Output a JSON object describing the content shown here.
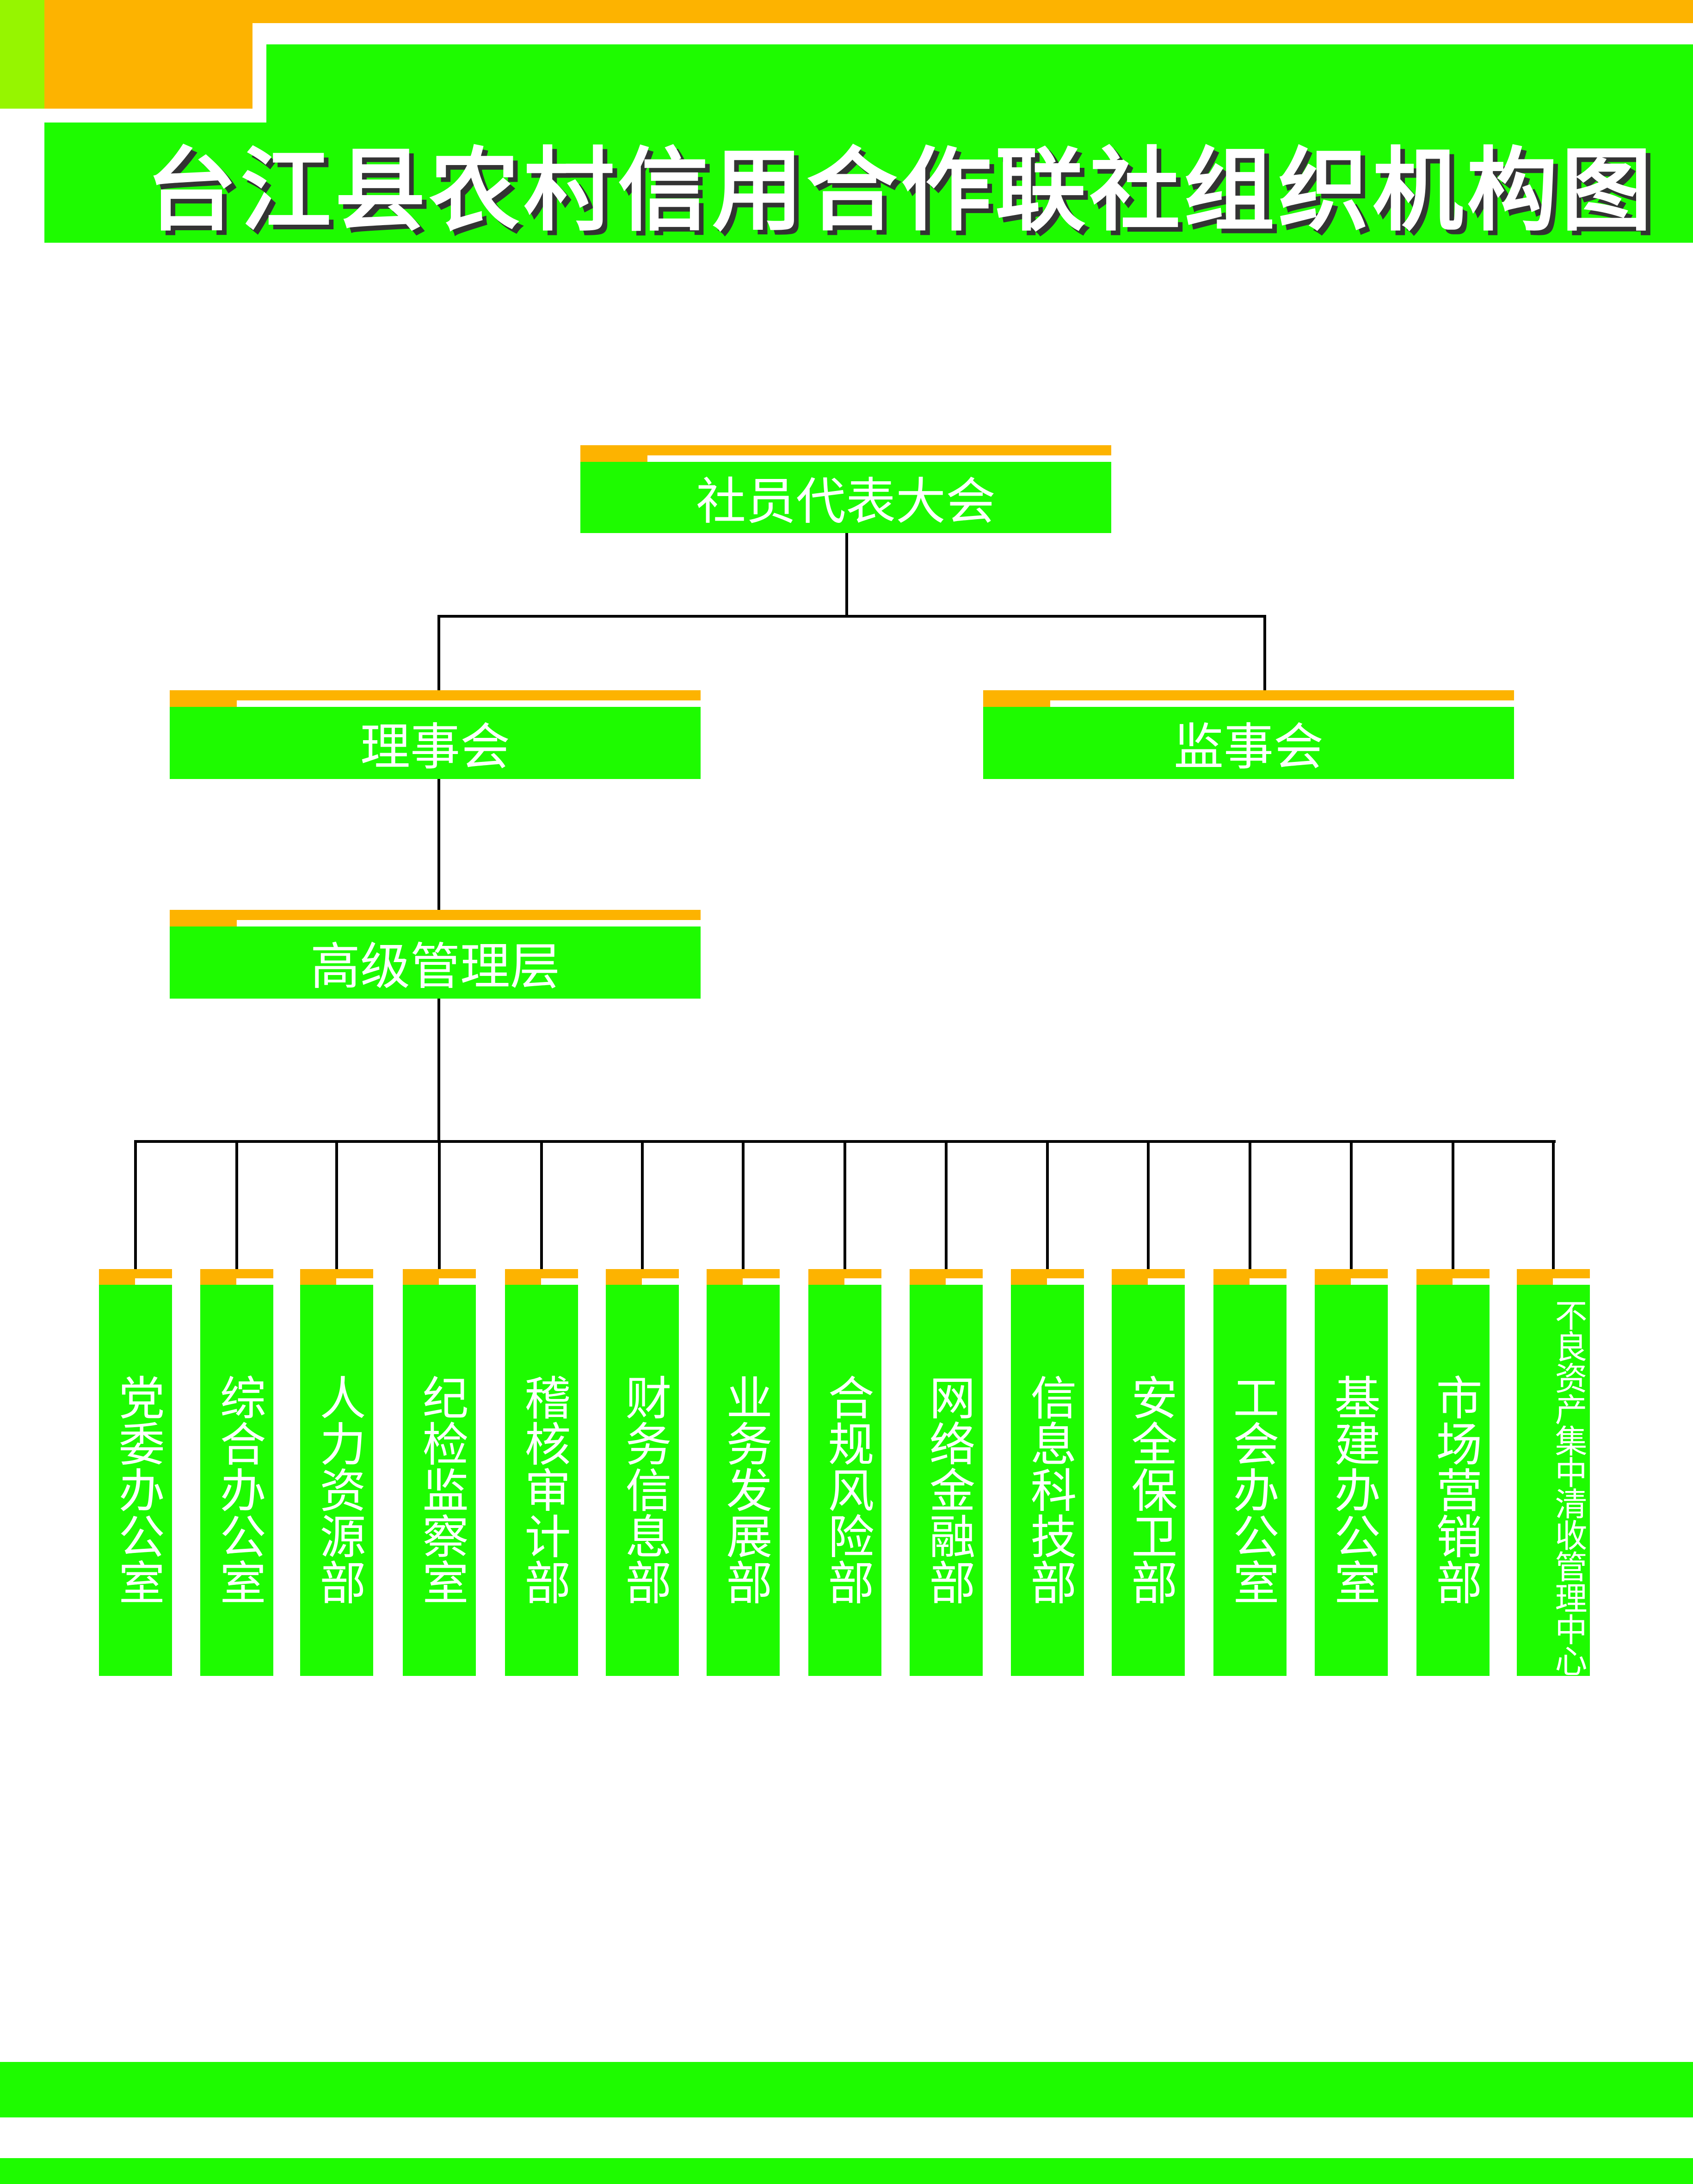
{
  "title": "台江县农村信用合作联社组织机构图",
  "nodes": {
    "assembly": "社员代表大会",
    "board": "理事会",
    "supervisors": "监事会",
    "management": "高级管理层"
  },
  "departments": [
    "党委办公室",
    "综合办公室",
    "人力资源部",
    "纪检监察室",
    "稽核审计部",
    "财务信息部",
    "业务发展部",
    "合规风险部",
    "网络金融部",
    "信息科技部",
    "安全保卫部",
    "工会办公室",
    "基建办公室",
    "市场营销部",
    "不良资产集中清收管理中心"
  ],
  "colors": {
    "green": "#1efb00",
    "orange": "#fdb300",
    "lime": "#96f500",
    "line": "#000000"
  }
}
